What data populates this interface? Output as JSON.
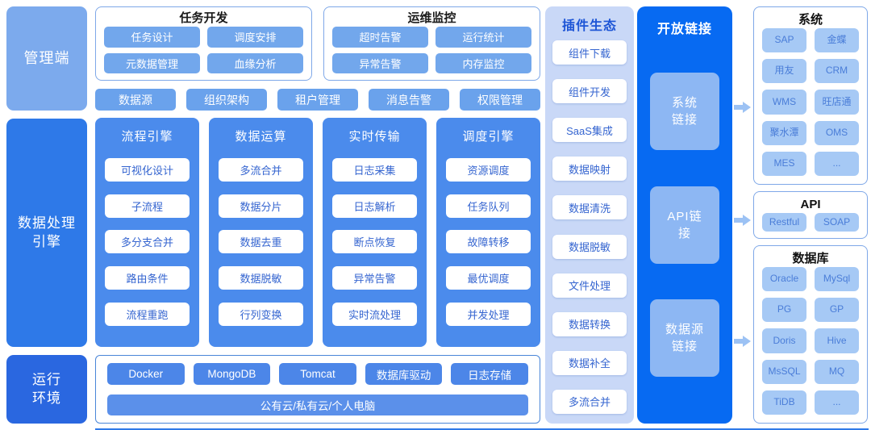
{
  "colors": {
    "brand_blue": "#076af2",
    "engine_panel_blue": "#4b8bec",
    "chip_blue": "#72a7ec",
    "plugin_bg_blue": "#c9d8f7",
    "target_chip_blue": "#a6c9f5",
    "dark_rail_blue": "#2a67e0"
  },
  "left_rail": {
    "items": [
      "管理端",
      "数据处理引擎",
      "运行环境"
    ]
  },
  "top_groups": [
    {
      "title": "任务开发",
      "buttons": [
        "任务设计",
        "调度安排",
        "元数据管理",
        "血缘分析"
      ]
    },
    {
      "title": "运维监控",
      "buttons": [
        "超时告警",
        "运行统计",
        "异常告警",
        "内存监控"
      ]
    }
  ],
  "admin_buttons": [
    "数据源",
    "组织架构",
    "租户管理",
    "消息告警",
    "权限管理"
  ],
  "engines": [
    {
      "title": "流程引擎",
      "items": [
        "可视化设计",
        "子流程",
        "多分支合并",
        "路由条件",
        "流程重跑"
      ]
    },
    {
      "title": "数据运算",
      "items": [
        "多流合并",
        "数据分片",
        "数据去重",
        "数据脱敏",
        "行列变换"
      ]
    },
    {
      "title": "实时传输",
      "items": [
        "日志采集",
        "日志解析",
        "断点恢复",
        "异常告警",
        "实时流处理"
      ]
    },
    {
      "title": "调度引擎",
      "items": [
        "资源调度",
        "任务队列",
        "故障转移",
        "最优调度",
        "并发处理"
      ]
    }
  ],
  "runtime": {
    "components": [
      "Docker",
      "MongoDB",
      "Tomcat",
      "数据库驱动",
      "日志存储"
    ],
    "platforms": "公有云/私有云/个人电脑"
  },
  "plugin_ecosystem": {
    "title": "插件生态",
    "items": [
      "组件下载",
      "组件开发",
      "SaaS集成",
      "数据映射",
      "数据清洗",
      "数据脱敏",
      "文件处理",
      "数据转换",
      "数据补全",
      "多流合并"
    ]
  },
  "open_links": {
    "title": "开放链接",
    "items": [
      "系统链接",
      "API链接",
      "数据源链接"
    ]
  },
  "targets": [
    {
      "title": "系统",
      "items": [
        "SAP",
        "金蝶",
        "用友",
        "CRM",
        "WMS",
        "旺店通",
        "聚水潭",
        "OMS",
        "MES",
        "..."
      ]
    },
    {
      "title": "API",
      "items": [
        "Restful",
        "SOAP"
      ]
    },
    {
      "title": "数据库",
      "items": [
        "Oracle",
        "MySql",
        "PG",
        "GP",
        "Doris",
        "Hive",
        "MsSQL",
        "MQ",
        "TiDB",
        "..."
      ]
    }
  ]
}
